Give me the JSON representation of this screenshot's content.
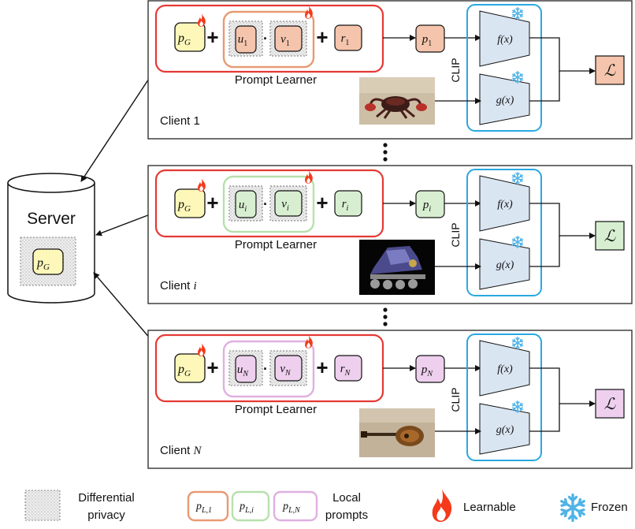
{
  "server": {
    "label": "Server",
    "prompt_base": "p",
    "prompt_sub": "G"
  },
  "prompt_learner_label": "Prompt Learner",
  "clip_label": "CLIP",
  "functions": {
    "f": "f(x)",
    "g": "g(x)"
  },
  "loss_symbol": "ℒ",
  "plus": "+",
  "dot": "·",
  "clients": [
    {
      "id": "1",
      "label_prefix": "Client ",
      "label_var": "1",
      "label_var_italic": false,
      "p_g": "G",
      "u_sub": "1",
      "v_sub": "1",
      "r_sub": "1",
      "p_sub": "1",
      "color": "#f5c4ac",
      "pl_border": "#e89a72",
      "image": "crab"
    },
    {
      "id": "i",
      "label_prefix": "Client ",
      "label_var": "i",
      "label_var_italic": true,
      "p_g": "G",
      "u_sub": "i",
      "v_sub": "i",
      "r_sub": "i",
      "p_sub": "i",
      "color": "#d7efd0",
      "pl_border": "#b7e0ad",
      "image": "skate"
    },
    {
      "id": "N",
      "label_prefix": "Client ",
      "label_var": "N",
      "label_var_italic": true,
      "p_g": "G",
      "u_sub": "N",
      "v_sub": "N",
      "r_sub": "N",
      "p_sub": "N",
      "color": "#eed0ee",
      "pl_border": "#e0b0e0",
      "image": "mandolin"
    }
  ],
  "legend": {
    "dp_line1": "Differential",
    "dp_line2": "privacy",
    "local_1": {
      "base": "p",
      "sub": "L,1"
    },
    "local_i": {
      "base": "p",
      "sub": "L,i"
    },
    "local_N": {
      "base": "p",
      "sub": "L,N"
    },
    "local_line1": "Local",
    "local_line2": "prompts",
    "learnable": "Learnable",
    "frozen": "Frozen"
  },
  "colors": {
    "learner_border": "#e53935",
    "clip_border": "#29a8e0",
    "encoder_fill": "#dae5f2",
    "global_prompt_fill": "#fdf7b9",
    "client_border": "#333333",
    "fire": "#f43a1a",
    "snow": "#4fb3e6"
  }
}
